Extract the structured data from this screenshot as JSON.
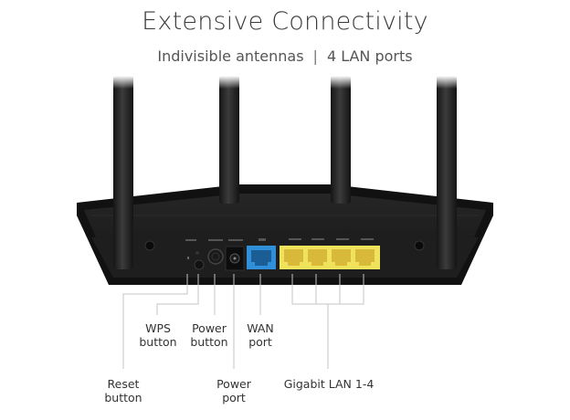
{
  "header": {
    "title": "Extensive Connectivity",
    "subtitle_left": "Indivisible antennas",
    "subtitle_separator": "|",
    "subtitle_right": "4 LAN ports"
  },
  "device": {
    "antenna_count": 4,
    "colors": {
      "body": "#1c1c1c",
      "wan_port": "#2f8fd8",
      "lan_ports": "#f0e45a",
      "background": "#ffffff",
      "leader_lines": "#bdbdbd"
    }
  },
  "callouts": {
    "wps": {
      "line1": "WPS",
      "line2": "button"
    },
    "power_button": {
      "line1": "Power",
      "line2": "button"
    },
    "wan": {
      "line1": "WAN",
      "line2": "port"
    },
    "reset": {
      "line1": "Reset",
      "line2": "button"
    },
    "power_port": {
      "line1": "Power",
      "line2": "port"
    },
    "lan": {
      "line1": "Gigabit LAN 1-4"
    }
  }
}
